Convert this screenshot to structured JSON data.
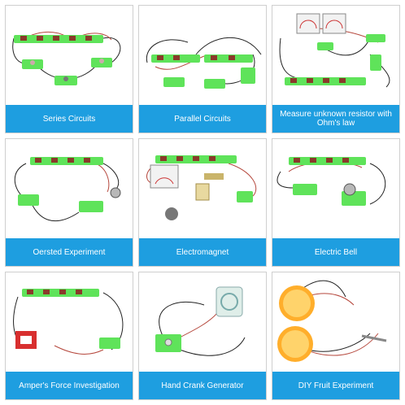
{
  "tiles": [
    {
      "caption": "Series Circuits"
    },
    {
      "caption": "Parallel Circuits"
    },
    {
      "caption": "Measure unknown resistor with Ohm's law"
    },
    {
      "caption": "Oersted Experiment"
    },
    {
      "caption": "Electromagnet"
    },
    {
      "caption": "Electric Bell"
    },
    {
      "caption": "Amper's Force Investigation"
    },
    {
      "caption": "Hand Crank Generator"
    },
    {
      "caption": "DIY Fruit Experiment"
    }
  ],
  "colors": {
    "caption_bg": "#1e9ee0",
    "board_green": "#5fe35a",
    "wire_red": "#b5473c",
    "wire_black": "#222222"
  }
}
